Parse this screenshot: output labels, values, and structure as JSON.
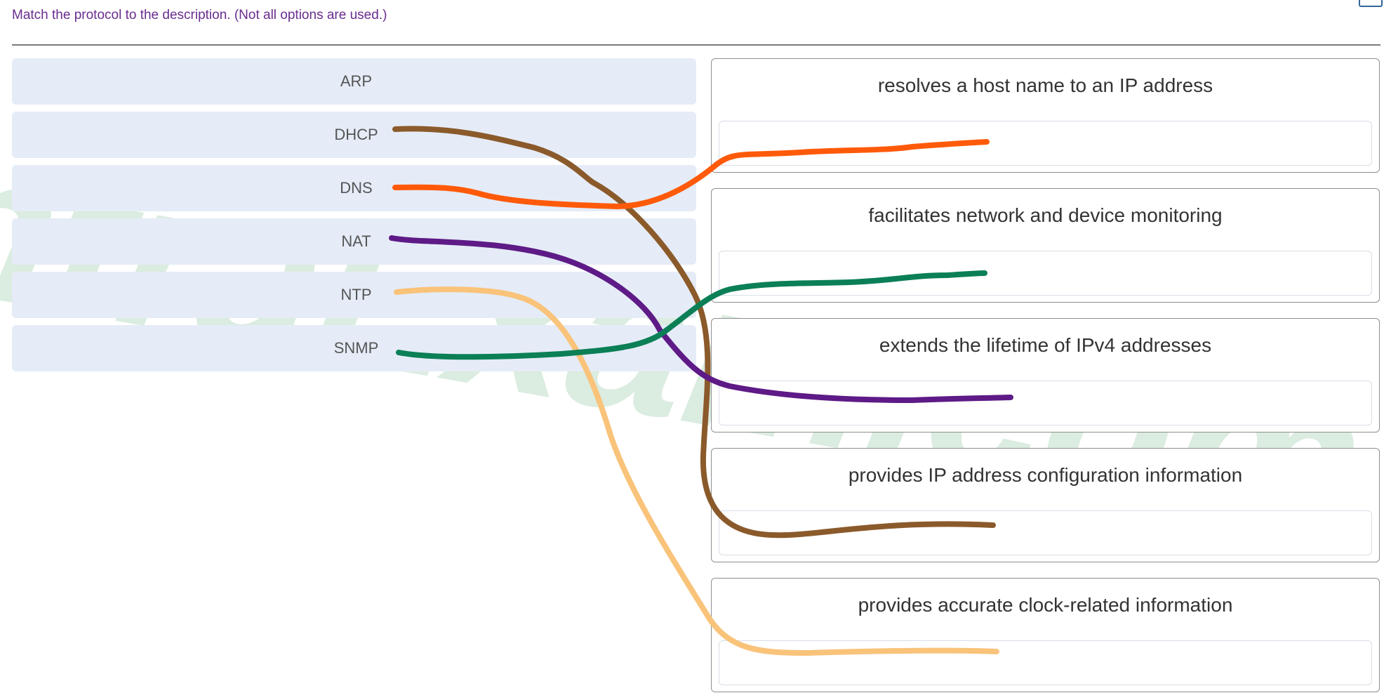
{
  "instruction": "Match the protocol to the description. (Not all options are used.)",
  "options": [
    {
      "label": "ARP"
    },
    {
      "label": "DHCP"
    },
    {
      "label": "DNS"
    },
    {
      "label": "NAT"
    },
    {
      "label": "NTP"
    },
    {
      "label": "SNMP"
    }
  ],
  "targets": [
    {
      "description": "resolves a host name to an IP address",
      "answer": ""
    },
    {
      "description": "facilitates network and device monitoring",
      "answer": ""
    },
    {
      "description": "extends the lifetime of IPv4 addresses",
      "answer": ""
    },
    {
      "description": "provides IP address configuration information",
      "answer": ""
    },
    {
      "description": "provides accurate clock-related information",
      "answer": ""
    }
  ],
  "watermark": {
    "text": "InfraExam.com",
    "color": "#cfe6d6"
  },
  "annotations": [
    {
      "from": "DHCP",
      "to": "provides IP address configuration information",
      "color": "#8b5a2b"
    },
    {
      "from": "DNS",
      "to": "resolves a host name to an IP address",
      "color": "#ff5a0a"
    },
    {
      "from": "NAT",
      "to": "extends the lifetime of IPv4 addresses",
      "color": "#5e1a86"
    },
    {
      "from": "NTP",
      "to": "provides accurate clock-related information",
      "color": "#f9c37a"
    },
    {
      "from": "SNMP",
      "to": "facilitates network and device monitoring",
      "color": "#0b7f56"
    }
  ]
}
